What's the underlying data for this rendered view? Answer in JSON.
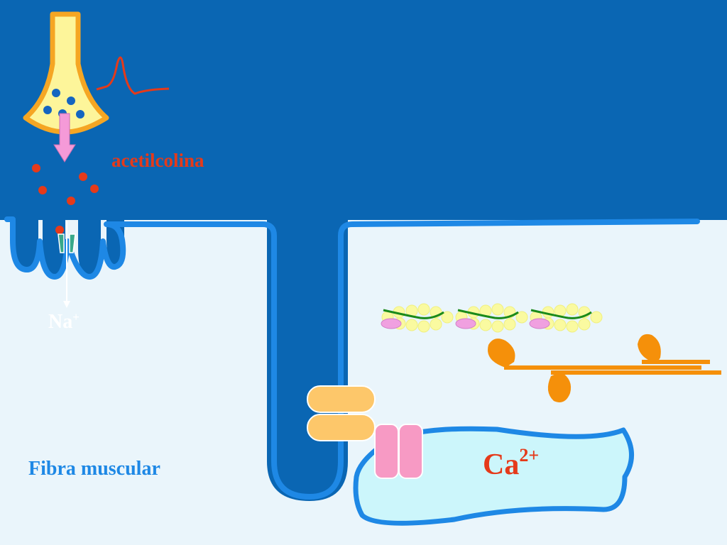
{
  "labels": {
    "neurotransmitter": "acetilcolina",
    "sodium_ion": "Na",
    "sodium_charge": "+",
    "muscle_fiber": "Fibra muscular",
    "calcium_ion": "Ca",
    "calcium_charge": "2+"
  },
  "colors": {
    "extracellular": "#0a66b3",
    "membrane": "#1e88e5",
    "cytoplasm": "#eaf5fb",
    "sarcoplasmic_reticulum": "#ccf6fb",
    "nerve_terminal": "#fdf59a",
    "nerve_terminal_outline": "#f5a623",
    "vesicle": "#1565c0",
    "acetylcholine": "#e53a1a",
    "release_arrow": "#f59ad8",
    "action_potential": "#e53a1a",
    "receptor_channel": "#37a88a",
    "dhp_receptor": "#fdc76a",
    "ryanodine_receptor": "#f79ac4",
    "actin_bead": "#fafaa0",
    "tropomyosin": "#1a8a1a",
    "troponin": "#f0a0e0",
    "myosin": "#f5900a",
    "label_red": "#e53a1a",
    "label_blue": "#1e88e5",
    "label_white": "#ffffff"
  }
}
